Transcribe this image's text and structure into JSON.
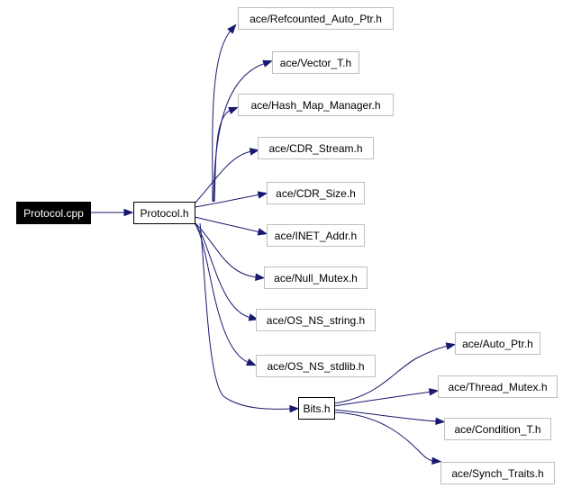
{
  "graph": {
    "nodes": [
      {
        "id": "protocol_cpp",
        "label": "Protocol.cpp",
        "style": "root"
      },
      {
        "id": "protocol_h",
        "label": "Protocol.h",
        "style": "local"
      },
      {
        "id": "bits_h",
        "label": "Bits.h",
        "style": "local"
      },
      {
        "id": "refcounted_auto_ptr",
        "label": "ace/Refcounted_Auto_Ptr.h",
        "style": "external"
      },
      {
        "id": "vector_t",
        "label": "ace/Vector_T.h",
        "style": "external"
      },
      {
        "id": "hash_map_manager",
        "label": "ace/Hash_Map_Manager.h",
        "style": "external"
      },
      {
        "id": "cdr_stream",
        "label": "ace/CDR_Stream.h",
        "style": "external"
      },
      {
        "id": "cdr_size",
        "label": "ace/CDR_Size.h",
        "style": "external"
      },
      {
        "id": "inet_addr",
        "label": "ace/INET_Addr.h",
        "style": "external"
      },
      {
        "id": "null_mutex",
        "label": "ace/Null_Mutex.h",
        "style": "external"
      },
      {
        "id": "os_ns_string",
        "label": "ace/OS_NS_string.h",
        "style": "external"
      },
      {
        "id": "os_ns_stdlib",
        "label": "ace/OS_NS_stdlib.h",
        "style": "external"
      },
      {
        "id": "auto_ptr",
        "label": "ace/Auto_Ptr.h",
        "style": "external"
      },
      {
        "id": "thread_mutex",
        "label": "ace/Thread_Mutex.h",
        "style": "external"
      },
      {
        "id": "condition_t",
        "label": "ace/Condition_T.h",
        "style": "external"
      },
      {
        "id": "synch_traits",
        "label": "ace/Synch_Traits.h",
        "style": "external"
      }
    ],
    "edges": [
      {
        "from": "protocol_cpp",
        "to": "protocol_h"
      },
      {
        "from": "protocol_h",
        "to": "refcounted_auto_ptr"
      },
      {
        "from": "protocol_h",
        "to": "vector_t"
      },
      {
        "from": "protocol_h",
        "to": "hash_map_manager"
      },
      {
        "from": "protocol_h",
        "to": "cdr_stream"
      },
      {
        "from": "protocol_h",
        "to": "cdr_size"
      },
      {
        "from": "protocol_h",
        "to": "inet_addr"
      },
      {
        "from": "protocol_h",
        "to": "null_mutex"
      },
      {
        "from": "protocol_h",
        "to": "os_ns_string"
      },
      {
        "from": "protocol_h",
        "to": "os_ns_stdlib"
      },
      {
        "from": "protocol_h",
        "to": "bits_h"
      },
      {
        "from": "bits_h",
        "to": "auto_ptr"
      },
      {
        "from": "bits_h",
        "to": "thread_mutex"
      },
      {
        "from": "bits_h",
        "to": "condition_t"
      },
      {
        "from": "bits_h",
        "to": "synch_traits"
      }
    ],
    "colors": {
      "edge": "#191970",
      "root_fill": "#000000",
      "root_text": "#ffffff",
      "local_border": "#000000",
      "external_border": "#bfbfbf",
      "node_fill": "#ffffff",
      "node_text": "#000000"
    }
  }
}
